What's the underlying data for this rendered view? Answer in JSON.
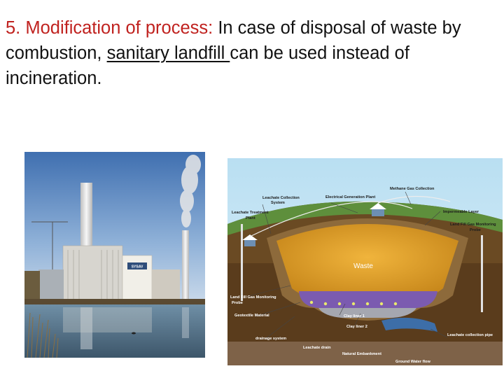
{
  "slide": {
    "heading": {
      "lead": "5. Modification of process:",
      "part1": " In case of disposal  of waste by combustion, ",
      "underlined": "sanitary landfill ",
      "part2": "can be used instead of incineration."
    },
    "photo": {
      "sign": "SYSAV"
    },
    "diagram": {
      "waste_label": "Waste",
      "labels": {
        "methane_gas_collection": "Methane Gas Collection",
        "leachate_collection_system_1": "Leachate Collection",
        "leachate_collection_system_2": "System",
        "electrical_generation_plant": "Electrical Generation Plant",
        "leachate_treatment_plant_1": "Leachate Treatment",
        "leachate_treatment_plant_2": "Plant",
        "impermeable_layer": "Impermeable Layer",
        "monitoring_probe_right_1": "Land Fill Gas Monitoring",
        "monitoring_probe_right_2": "Probe",
        "monitoring_probe_left_1": "Land Fill Gas Monitoring",
        "monitoring_probe_left_2": "Probe",
        "geotextile_material": "Geotextile Material",
        "clay_liner_1": "Clay liner 1",
        "clay_liner_2": "Clay liner 2",
        "drainage_system": "drainage system",
        "leachate_collection_pipe": "Leachate collection pipe",
        "leachate_drain": "Leachate drain",
        "natural_embankment": "Natural Embankment",
        "ground_water_flow": "Ground Water flow"
      }
    }
  }
}
